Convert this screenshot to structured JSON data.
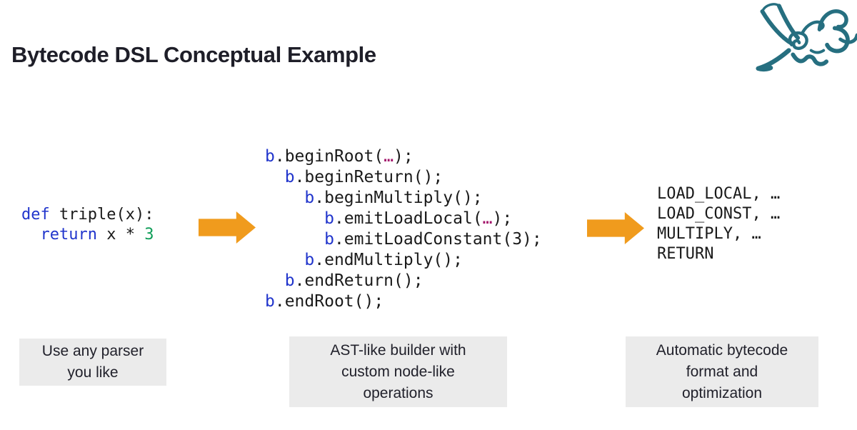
{
  "title": "Bytecode DSL Conceptual Example",
  "logo": {
    "name": "leaping-hare-logo",
    "color": "#266F80"
  },
  "colors": {
    "keyword_blue": "#2135cc",
    "number_green": "#0f9d58",
    "ellipsis_magenta": "#a3156b",
    "arrow_orange": "#f09b1d",
    "caption_bg": "#ebebeb",
    "text_dark": "#1e1e28"
  },
  "panels": {
    "source": {
      "lines": [
        [
          {
            "t": "def",
            "c": "kw"
          },
          {
            "t": " triple(x):",
            "c": "pl"
          }
        ],
        [
          {
            "t": "  ",
            "c": "pl"
          },
          {
            "t": "return",
            "c": "kw"
          },
          {
            "t": " x * ",
            "c": "pl"
          },
          {
            "t": "3",
            "c": "num"
          }
        ]
      ]
    },
    "builder": {
      "lines": [
        [
          {
            "t": "b",
            "c": "kw"
          },
          {
            "t": ".beginRoot(",
            "c": "pl"
          },
          {
            "t": "…",
            "c": "el"
          },
          {
            "t": ");",
            "c": "pl"
          }
        ],
        [
          {
            "t": "  ",
            "c": "pl"
          },
          {
            "t": "b",
            "c": "kw"
          },
          {
            "t": ".beginReturn();",
            "c": "pl"
          }
        ],
        [
          {
            "t": "    ",
            "c": "pl"
          },
          {
            "t": "b",
            "c": "kw"
          },
          {
            "t": ".beginMultiply();",
            "c": "pl"
          }
        ],
        [
          {
            "t": "      ",
            "c": "pl"
          },
          {
            "t": "b",
            "c": "kw"
          },
          {
            "t": ".emitLoadLocal(",
            "c": "pl"
          },
          {
            "t": "…",
            "c": "el"
          },
          {
            "t": ");",
            "c": "pl"
          }
        ],
        [
          {
            "t": "      ",
            "c": "pl"
          },
          {
            "t": "b",
            "c": "kw"
          },
          {
            "t": ".emitLoadConstant(3);",
            "c": "pl"
          }
        ],
        [
          {
            "t": "    ",
            "c": "pl"
          },
          {
            "t": "b",
            "c": "kw"
          },
          {
            "t": ".endMultiply();",
            "c": "pl"
          }
        ],
        [
          {
            "t": "  ",
            "c": "pl"
          },
          {
            "t": "b",
            "c": "kw"
          },
          {
            "t": ".endReturn();",
            "c": "pl"
          }
        ],
        [
          {
            "t": "b",
            "c": "kw"
          },
          {
            "t": ".endRoot();",
            "c": "pl"
          }
        ]
      ]
    },
    "bytecode": {
      "lines": [
        "LOAD_LOCAL, …",
        "LOAD_CONST, …",
        "MULTIPLY, …",
        "RETURN"
      ]
    }
  },
  "captions": [
    {
      "lines": [
        "Use any parser",
        "you like"
      ]
    },
    {
      "lines": [
        "AST-like builder with",
        "custom node-like",
        "operations"
      ]
    },
    {
      "lines": [
        "Automatic bytecode",
        "format and",
        "optimization"
      ]
    }
  ]
}
